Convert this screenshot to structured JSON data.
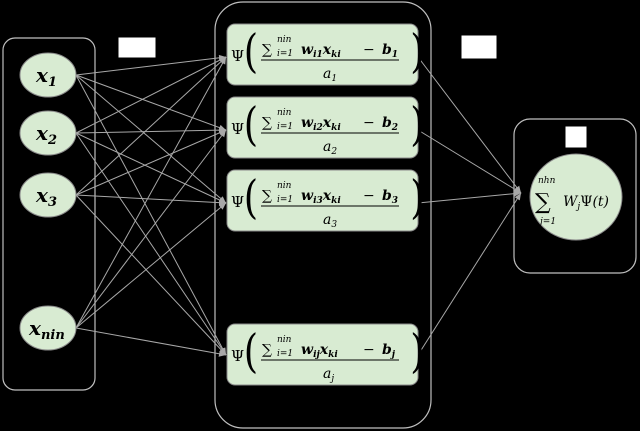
{
  "inputs": [
    {
      "base": "x",
      "sub": "1"
    },
    {
      "base": "x",
      "sub": "2"
    },
    {
      "base": "x",
      "sub": "3"
    },
    {
      "base": "x",
      "sub": "nin"
    }
  ],
  "hidden": [
    {
      "psi": "Ψ",
      "sum": "∑",
      "sum_top": "nin",
      "sum_bottom": "i=1",
      "w_sub": "i1",
      "x_sub": "ki",
      "minus": "−",
      "b_sub": "1",
      "a_sub": "1"
    },
    {
      "psi": "Ψ",
      "sum": "∑",
      "sum_top": "nin",
      "sum_bottom": "i=1",
      "w_sub": "i2",
      "x_sub": "ki",
      "minus": "−",
      "b_sub": "2",
      "a_sub": "2"
    },
    {
      "psi": "Ψ",
      "sum": "∑",
      "sum_top": "nin",
      "sum_bottom": "i=1",
      "w_sub": "i3",
      "x_sub": "ki",
      "minus": "−",
      "b_sub": "3",
      "a_sub": "3"
    },
    {
      "psi": "Ψ",
      "sum": "∑",
      "sum_top": "nin",
      "sum_bottom": "i=1",
      "w_sub": "ij",
      "x_sub": "ki",
      "minus": "−",
      "b_sub": "j",
      "a_sub": "j"
    }
  ],
  "output": {
    "sum": "∑",
    "sum_top": "nhn",
    "sum_bottom": "j=1",
    "expr": "WjΨ(t)",
    "w": "W",
    "w_sub": "j",
    "psi": "Ψ",
    "arg": "(t)"
  },
  "colors": {
    "background": "#000000",
    "node_fill": "#d8ebd2",
    "panel_stroke": "#bfbfbf",
    "edge": "#a8a8a8",
    "label_box": "#ffffff"
  }
}
